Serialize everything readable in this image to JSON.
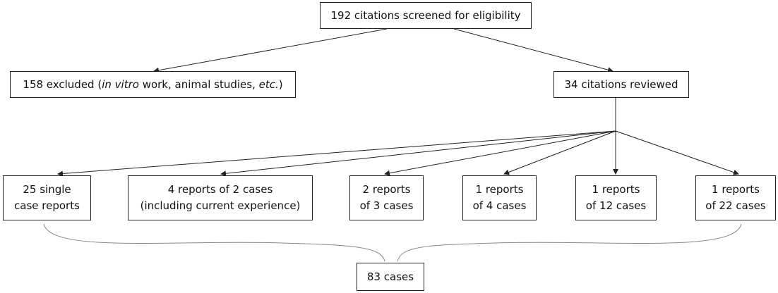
{
  "nodes": {
    "screened": "192 citations screened for eligibility",
    "excluded": {
      "prefix": "158 excluded (",
      "in_vitro": "in vitro",
      "middle": " work, animal studies, ",
      "etc": "etc.",
      "suffix": ")"
    },
    "reviewed": "34 citations reviewed",
    "single_reports": [
      "25 single",
      "case reports"
    ],
    "reports_2": [
      "4 reports of 2 cases",
      "(including current experience)"
    ],
    "reports_3": [
      "2 reports",
      "of 3 cases"
    ],
    "reports_4": [
      "1 reports",
      "of 4 cases"
    ],
    "reports_12": [
      "1 reports",
      "of 12 cases"
    ],
    "reports_22": [
      "1 reports",
      "of 22 cases"
    ],
    "total": "83 cases"
  },
  "colors": {
    "line": "#222222",
    "brace": "#888888",
    "text": "#111111"
  }
}
